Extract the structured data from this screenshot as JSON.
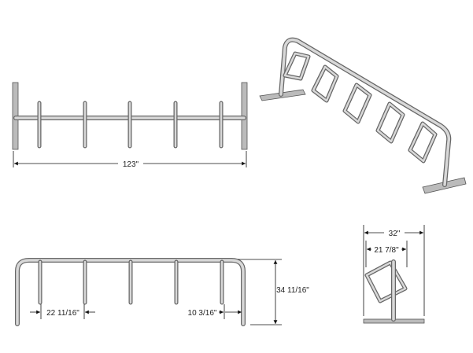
{
  "drawing": {
    "top_view": {
      "overall_length": "123\""
    },
    "front_view": {
      "height": "34 11/16\"",
      "loop_spacing": "22 11/16\"",
      "end_offset": "10 3/16\""
    },
    "side_view": {
      "base_width": "32\"",
      "loop_width": "21 7/8\""
    }
  },
  "colors": {
    "tube": "#c8c8c8",
    "outline": "#666666",
    "dimension": "#111111"
  }
}
